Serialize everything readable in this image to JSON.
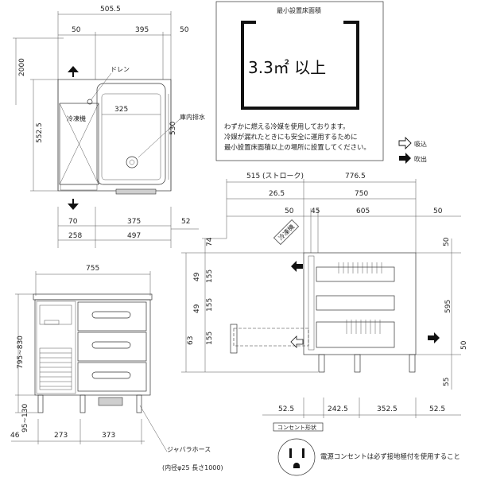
{
  "min_area": {
    "title": "最小設置床面積",
    "value": "3.3㎡ 以上",
    "note": [
      "わずかに燃える冷媒を使用しております。",
      "冷媒が漏れたときにも安全に運用するために",
      "最小設置床面積以上の場所に設置してください。"
    ]
  },
  "airflow": {
    "intake": "吸込",
    "exhaust": "吹出"
  },
  "top_view": {
    "dims": [
      "505.5",
      "50",
      "395",
      "50",
      "2000",
      "552.5",
      "325",
      "530",
      "70",
      "375",
      "52",
      "258",
      "497"
    ],
    "labels": {
      "drain": "ドレン",
      "freezer": "冷凍機",
      "internal_drain": "庫内排水"
    }
  },
  "front_view": {
    "dims": [
      "755",
      "795~830",
      "95~130",
      "46",
      "273",
      "373"
    ],
    "hose_label": "ジャバラホース",
    "hose_spec": "(内径φ25 長さ1000)"
  },
  "side_view": {
    "top_dims": [
      "515 (ストローク)",
      "776.5",
      "26.5",
      "750",
      "50",
      "45",
      "605",
      "50"
    ],
    "left_dims": [
      "74",
      "49",
      "155",
      "49",
      "155",
      "63",
      "155"
    ],
    "right_dims": [
      "50",
      "595",
      "50",
      "55"
    ],
    "bottom_dims": [
      "52.5",
      "242.5",
      "352.5",
      "52.5"
    ],
    "freezer_label": "冷凍機"
  },
  "outlet": {
    "caption": "コンセント形状",
    "note": "電源コンセントは必ず接地極付を使用すること"
  }
}
